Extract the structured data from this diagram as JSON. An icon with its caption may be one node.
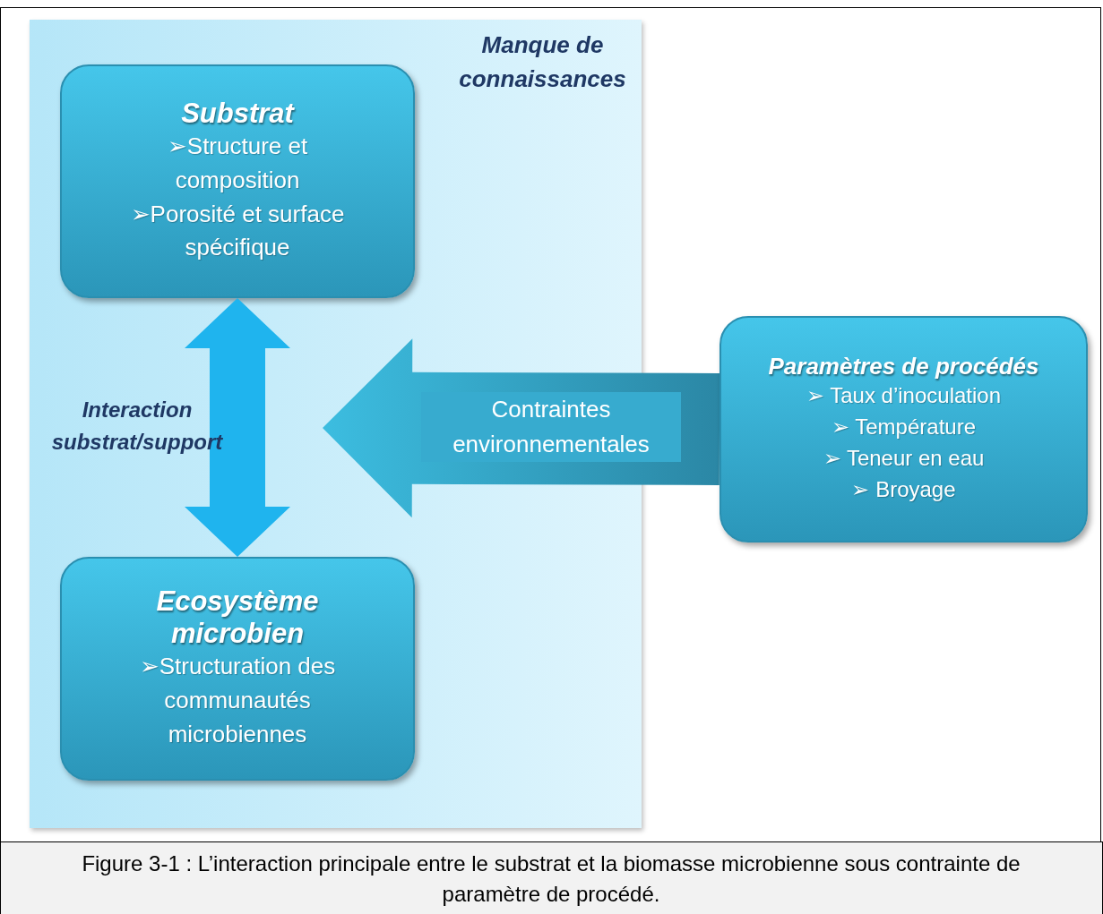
{
  "diagram": {
    "caption": "Figure 3-1 : L’interaction principale entre le substrat et la biomasse microbienne sous contrainte de paramètre de procédé.",
    "nodes": [
      {
        "text": [
          "Manque de connaissances"
        ]
      },
      {
        "text": [
          "Substrat",
          "➢Structure et composition",
          "➢Porosité et surface spécifique"
        ],
        "in": 0
      },
      {
        "text": [
          "Ecosystème microbien",
          "➢Structuration des communautés microbiennes"
        ],
        "in": 0
      },
      {
        "text": [
          "Paramètres de procédés",
          "➢ Taux d’inoculation",
          "➢ Température",
          "➢ Teneur en eau",
          "➢ Broyage"
        ]
      }
    ],
    "edges": [
      {
        "from": 1,
        "to": 2,
        "arrow": "both",
        "label": "Interaction substrat/support"
      },
      {
        "from": 3,
        "to": null,
        "arrow": "to",
        "label": "Contraintes environnementales"
      }
    ]
  }
}
